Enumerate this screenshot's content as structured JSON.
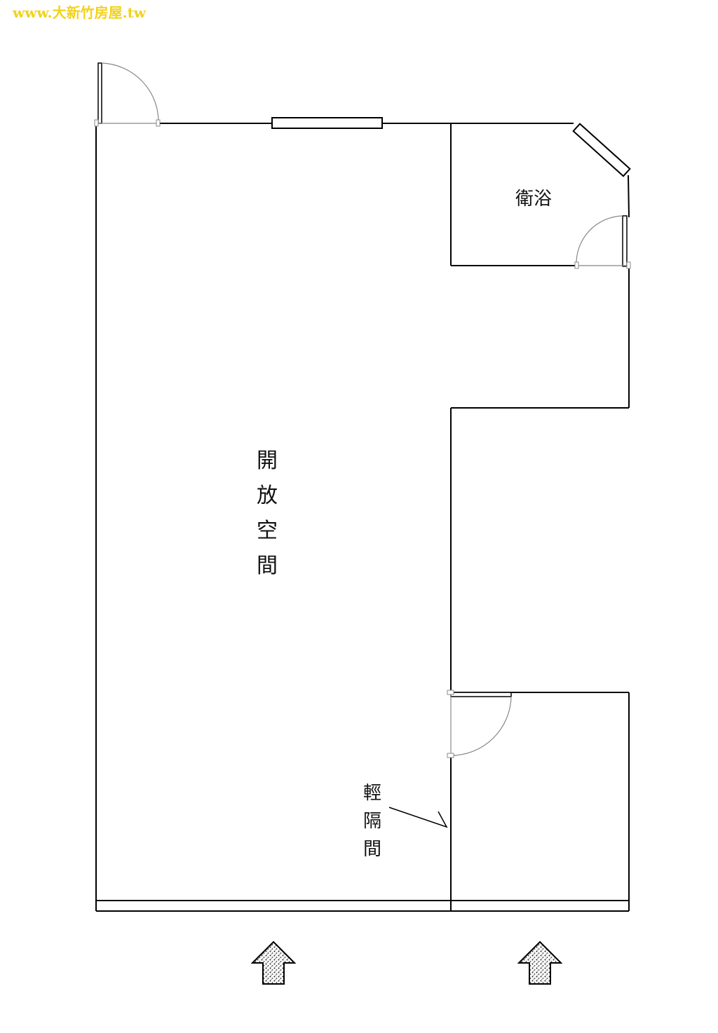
{
  "watermark": {
    "text": "www.大新竹房屋.tw",
    "color": "#f2d21a"
  },
  "rooms": {
    "open_space": "開\n放\n空\n間",
    "bathroom": "衛浴",
    "partition": "輕\n隔\n間"
  },
  "colors": {
    "wall": "#000000",
    "door_swing": "#888888",
    "background": "#ffffff"
  },
  "icons": [
    "entrance-arrow-icon",
    "entrance-arrow-icon"
  ]
}
